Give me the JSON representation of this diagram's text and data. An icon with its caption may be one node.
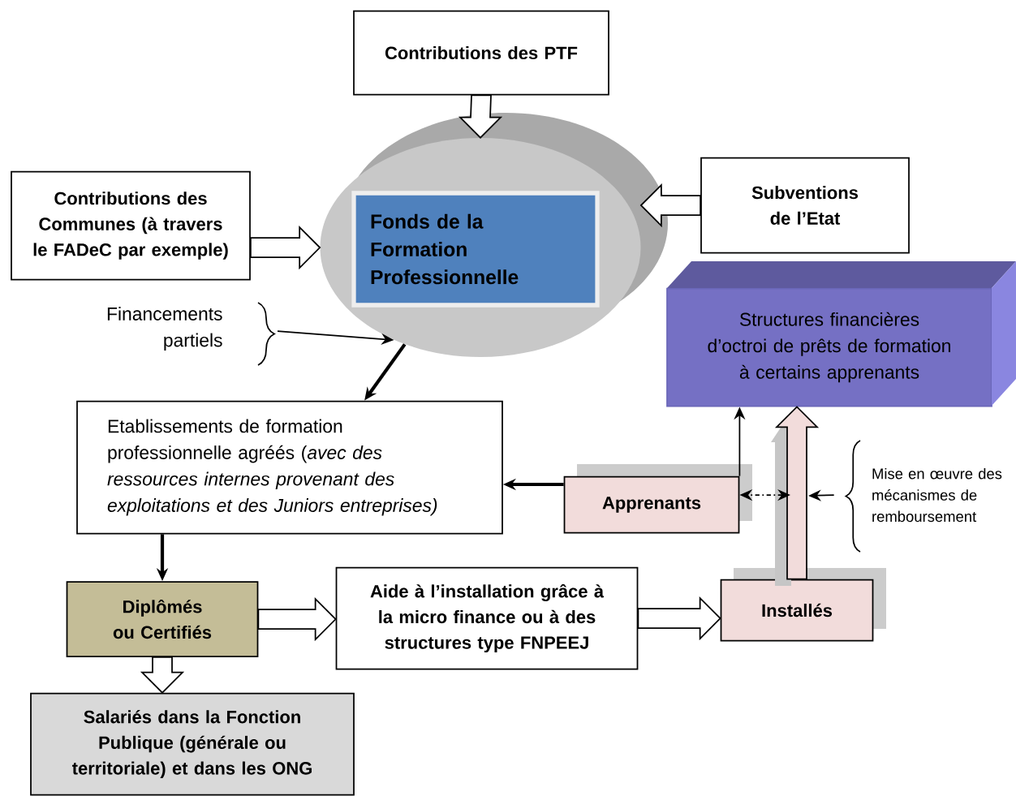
{
  "diagram": {
    "nodes": [
      {
        "text": [
          "Contributions des PTF"
        ]
      },
      {
        "text": [],
        "shape": "cylinder"
      },
      {
        "text": [
          "Fonds de la Formation Professionnelle"
        ],
        "in": 1
      },
      {
        "text": [
          "Contributions des Communes (à travers le FADeC par exemple)"
        ]
      },
      {
        "text": [
          "Subventions de l’Etat"
        ]
      },
      {
        "text": [
          "Structures financières d’octroi de prêts de formation à certains apprenants"
        ]
      },
      {
        "text": [
          "Etablissements de formation professionnelle agréés (*avec des ressources internes provenant des exploitations et des Juniors entreprises)*"
        ]
      },
      {
        "text": [
          "Apprenants"
        ]
      },
      {
        "text": [
          "Diplômés ou Certifiés"
        ]
      },
      {
        "text": [
          "Aide à l’installation grâce à la micro finance ou à des structures type FNPEEJ"
        ]
      },
      {
        "text": [
          "Installés"
        ]
      },
      {
        "text": [
          "Salariés dans la Fonction Publique (générale ou territoriale) et dans les ONG"
        ]
      },
      {
        "text": [
          "Financements partiels"
        ]
      },
      {
        "text": [
          "Mise en œuvre des mécanismes de remboursement"
        ]
      }
    ],
    "edges": [
      {
        "from": 0,
        "to": 1,
        "arrow": "to"
      },
      {
        "from": 3,
        "to": 1,
        "arrow": "to"
      },
      {
        "from": 4,
        "to": 1,
        "arrow": "to"
      },
      {
        "from": 1,
        "to": 6,
        "arrow": "to",
        "style": "thick",
        "color": "#000000"
      },
      {
        "from": 12,
        "to": 1,
        "arrow": "to",
        "color": "#000000"
      },
      {
        "from": 7,
        "to": 6,
        "arrow": "to",
        "style": "thick",
        "color": "#000000"
      },
      {
        "from": 7,
        "to": 5,
        "arrow": "to",
        "color": "#000000"
      },
      {
        "from": 6,
        "to": 8,
        "arrow": "to",
        "style": "thick",
        "color": "#000000"
      },
      {
        "from": 8,
        "to": 9,
        "arrow": "to"
      },
      {
        "from": 9,
        "to": 10,
        "arrow": "to"
      },
      {
        "from": 8,
        "to": 11,
        "arrow": "to"
      },
      {
        "from": 10,
        "to": 5,
        "arrow": "to",
        "color": "#f2dcdb"
      },
      {
        "from": null,
        "to": 7,
        "arrow": "both",
        "style": "dashed",
        "color": "#000000"
      },
      {
        "from": 13,
        "to": null,
        "arrow": "to",
        "color": "#000000"
      }
    ]
  }
}
